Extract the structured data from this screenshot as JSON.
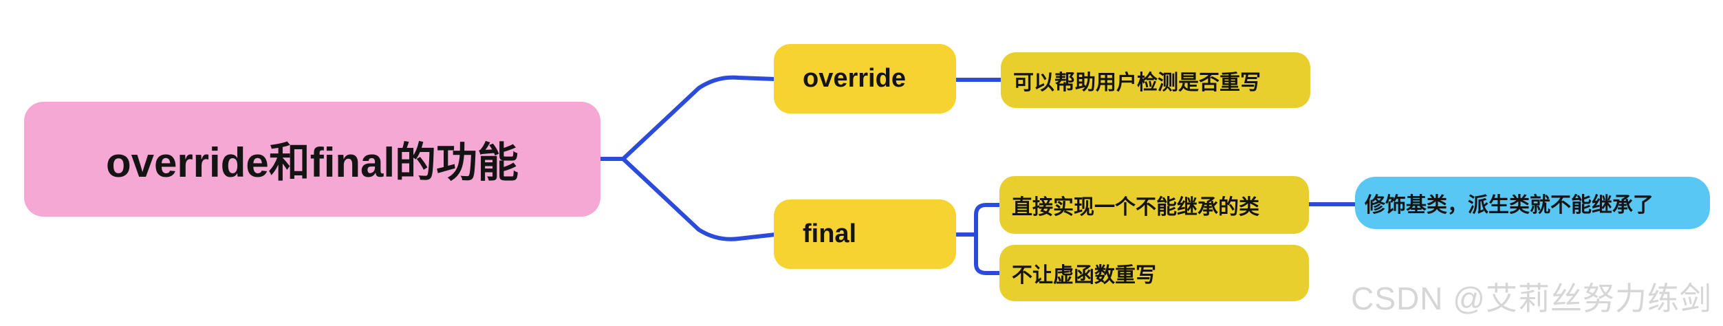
{
  "mindmap": {
    "root": {
      "label": "override和final的功能"
    },
    "branches": [
      {
        "label": "override",
        "children": [
          {
            "label": "可以帮助用户检测是否重写"
          }
        ]
      },
      {
        "label": "final",
        "children": [
          {
            "label": "直接实现一个不能继承的类",
            "children": [
              {
                "label": "修饰基类，派生类就不能继承了"
              }
            ]
          },
          {
            "label": "不让虚函数重写"
          }
        ]
      }
    ]
  },
  "palette": {
    "root_fill": "#F5A8D3",
    "branch_fill": "#F7D331",
    "child_fill": "#E9CF2D",
    "grandchild_fill": "#58C7F3",
    "connector": "#2B4BDB",
    "text": "#141414"
  },
  "watermark": {
    "text": "CSDN @艾莉丝努力练剑"
  }
}
